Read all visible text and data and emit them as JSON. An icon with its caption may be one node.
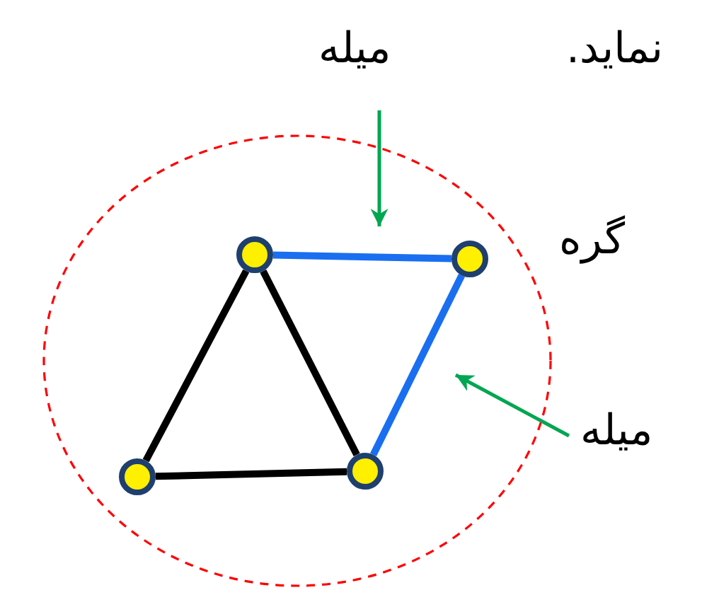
{
  "diagram": {
    "nodes": [
      {
        "text": [],
        "shape": "circle"
      },
      {
        "text": [],
        "shape": "circle",
        "in": 0
      },
      {
        "text": [],
        "shape": "circle",
        "in": 0
      },
      {
        "text": [],
        "shape": "circle",
        "in": 0
      },
      {
        "text": [],
        "shape": "circle",
        "in": 0
      },
      {
        "text": [
          "میله"
        ]
      },
      {
        "text": [
          "میله"
        ]
      }
    ],
    "edges": [
      {
        "from": 1,
        "to": 2,
        "arrow": "none",
        "color": "#1a6ef0"
      },
      {
        "from": 2,
        "to": 4,
        "arrow": "none",
        "color": "#1a6ef0"
      },
      {
        "from": 1,
        "to": 3,
        "arrow": "none"
      },
      {
        "from": 1,
        "to": 4,
        "arrow": "none"
      },
      {
        "from": 3,
        "to": 4,
        "arrow": "none"
      },
      {
        "from": 5,
        "to": null,
        "arrow": "to",
        "color": "#00a651"
      },
      {
        "from": 6,
        "to": null,
        "arrow": "to",
        "color": "#00a651"
      }
    ],
    "labels": [
      "نماید.",
      "گره"
    ]
  }
}
